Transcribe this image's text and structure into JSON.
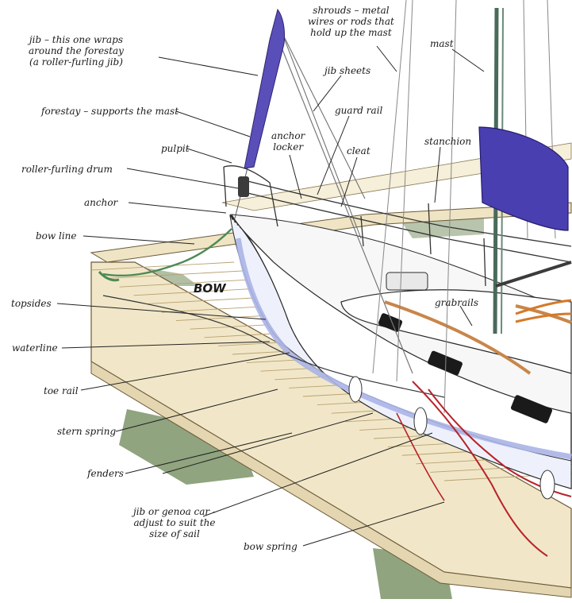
{
  "labels": {
    "jib": "jib – this one wraps\naround the forestay\n(a roller-furling jib)",
    "forestay": "forestay – supports the mast",
    "pulpit": "pulpit",
    "roller_furling_drum": "roller-furling drum",
    "anchor": "anchor",
    "bow_line": "bow line",
    "topsides": "topsides",
    "waterline": "waterline",
    "toe_rail": "toe rail",
    "stern_spring": "stern spring",
    "fenders": "fenders",
    "jib_car": "jib or genoa car -\nadjust to suit the\nsize of sail",
    "bow_spring": "bow spring",
    "shrouds": "shrouds – metal\nwires or rods that\nhold up the mast",
    "jib_sheets": "jib sheets",
    "mast": "mast",
    "anchor_locker": "anchor\nlocker",
    "guard_rail": "guard rail",
    "cleat": "cleat",
    "stanchion": "stanchion",
    "grabrails": "grabrails",
    "bow": "BOW"
  },
  "colors": {
    "jib_sail": "#5a4fb8",
    "main_cover": "#4a3fb0",
    "dock_deck": "#f1e7c8",
    "dock_board_line": "#b9a070",
    "hull": "#ffffff",
    "hull_stripe": "#aab4e6",
    "water_shadow": "#6f8a5c",
    "rope_green": "#4d8a55",
    "rope_red": "#b8232a",
    "leader": "#222222"
  }
}
